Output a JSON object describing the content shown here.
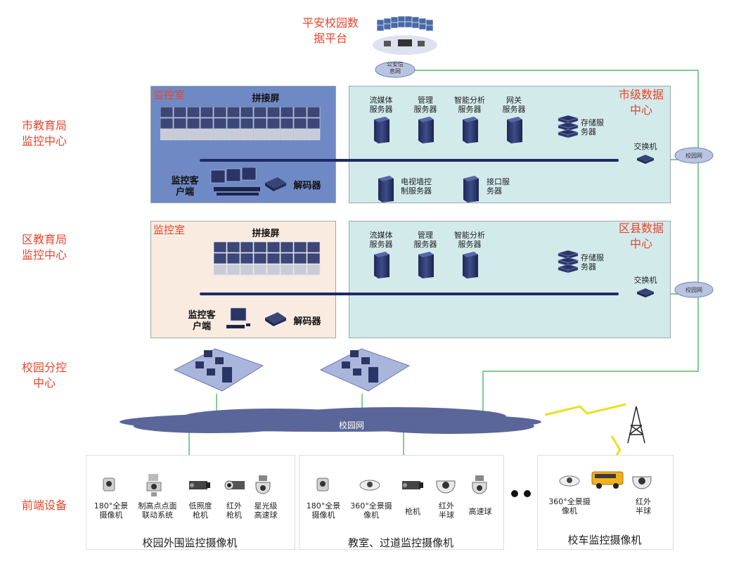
{
  "platform": {
    "title_l1": "平安校园数",
    "title_l2": "据平台",
    "net_l1": "公安信",
    "net_l2": "息网"
  },
  "levels": {
    "city_l1": "市教育局",
    "city_l2": "监控中心",
    "district_l1": "区教育局",
    "district_l2": "监控中心",
    "campus_l1": "校园分控",
    "campus_l2": "中心",
    "front": "前端设备"
  },
  "city": {
    "room": "监控室",
    "wall": "拼接屏",
    "client_l1": "监控客",
    "client_l2": "户端",
    "decoder": "解码器",
    "dc_l1": "市级数据",
    "dc_l2": "中心",
    "servers": [
      {
        "l1": "流媒体",
        "l2": "服务器"
      },
      {
        "l1": "管理",
        "l2": "服务器"
      },
      {
        "l1": "智能分析",
        "l2": "服务器"
      },
      {
        "l1": "网关",
        "l2": "服务器"
      }
    ],
    "storage_l1": "存储服",
    "storage_l2": "务器",
    "tvwall_l1": "电视墙控",
    "tvwall_l2": "制服务器",
    "iface_l1": "接口服",
    "iface_l2": "务器",
    "switch": "交换机",
    "net": "校园网"
  },
  "district": {
    "room": "监控室",
    "wall": "拼接屏",
    "client_l1": "监控客",
    "client_l2": "户端",
    "decoder": "解码器",
    "dc_l1": "区县数据",
    "dc_l2": "中心",
    "servers": [
      {
        "l1": "流媒体",
        "l2": "服务器"
      },
      {
        "l1": "管理",
        "l2": "服务器"
      },
      {
        "l1": "智能分析",
        "l2": "服务器"
      }
    ],
    "storage_l1": "存储服",
    "storage_l2": "务器",
    "switch": "交换机",
    "net": "校园网"
  },
  "campus_net": "校园网",
  "groups": [
    {
      "title": "校园外围监控摄像机",
      "devices": [
        {
          "l1": "180°全景",
          "l2": "摄像机"
        },
        {
          "l1": "制高点点面",
          "l2": "联动系统"
        },
        {
          "l1": "低照度",
          "l2": "枪机"
        },
        {
          "l1": "红外",
          "l2": "枪机"
        },
        {
          "l1": "星光级",
          "l2": "高速球"
        }
      ]
    },
    {
      "title": "教室、过道监控摄像机",
      "devices": [
        {
          "l1": "180°全景",
          "l2": "摄像机"
        },
        {
          "l1": "360°全景摄",
          "l2": "像机"
        },
        {
          "l1": "枪机",
          "l2": ""
        },
        {
          "l1": "红外",
          "l2": "半球"
        },
        {
          "l1": "高速球",
          "l2": ""
        }
      ]
    },
    {
      "title": "校车监控摄像机",
      "devices": [
        {
          "l1": "360°全景摄",
          "l2": "像机"
        },
        {
          "l1": "红外",
          "l2": "半球"
        }
      ]
    }
  ]
}
